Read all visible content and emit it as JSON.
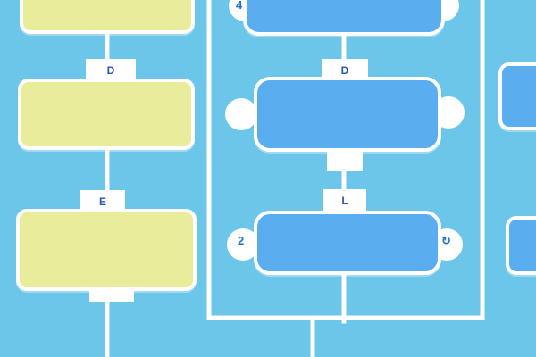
{
  "colors": {
    "background": "#6cc6ea",
    "yellow_box": "#e9ec9a",
    "blue_box": "#5aaef0",
    "connector": "#ffffff",
    "text_dark": "#1b3f8e"
  },
  "left_column": {
    "top_box": {
      "text": ""
    },
    "tag_1": "D",
    "box_2": {
      "text": ""
    },
    "tag_2": "E",
    "box_3": {
      "text": ""
    }
  },
  "middle_column": {
    "top_box": {
      "text": "",
      "side_mark": "4"
    },
    "tag_1": "D",
    "box_2": {
      "text": ""
    },
    "tag_2": "L",
    "box_3": {
      "text": "",
      "side_mark": "2"
    }
  },
  "right_column": {
    "box_1": {
      "text": ""
    },
    "box_2": {
      "text": ""
    }
  }
}
